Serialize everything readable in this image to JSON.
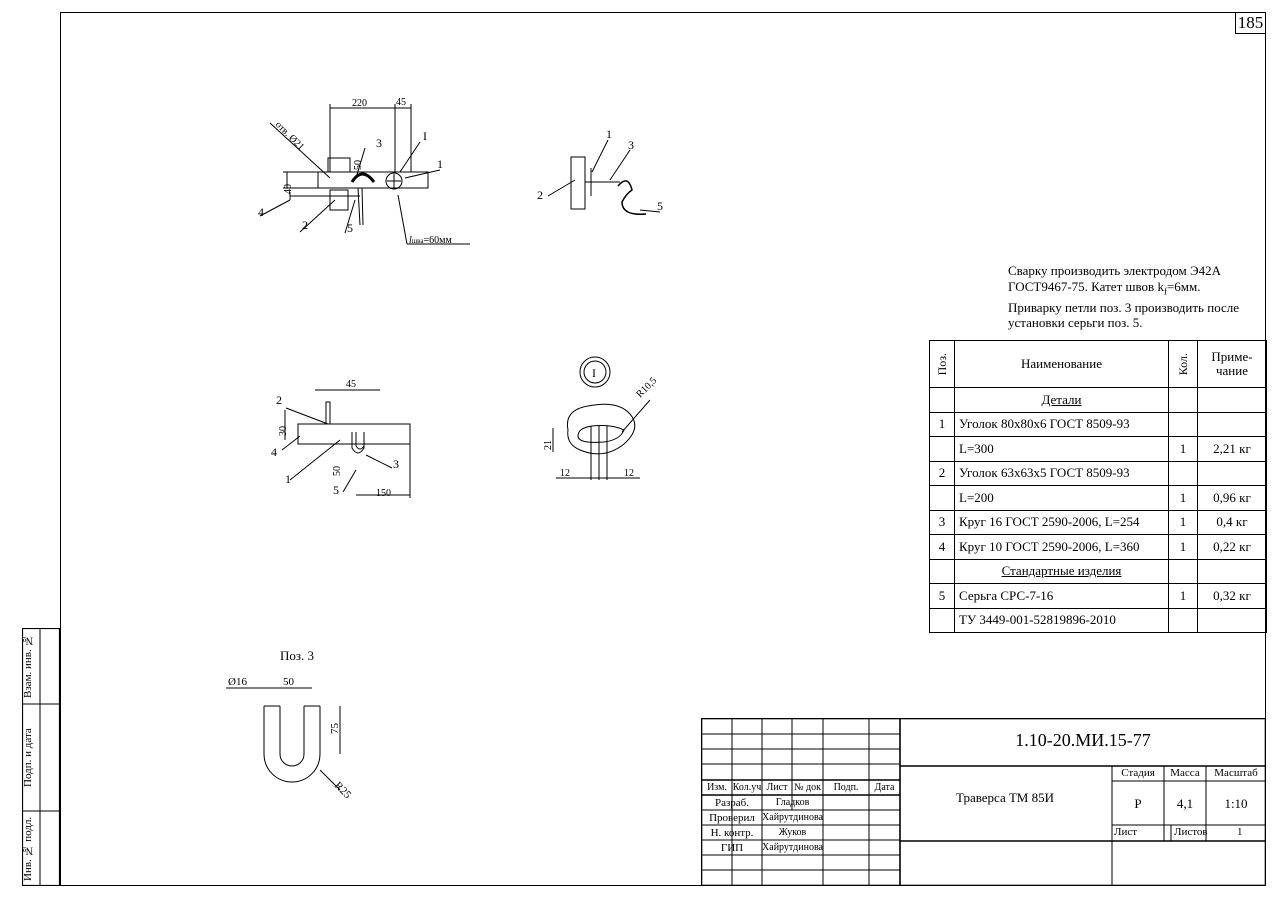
{
  "page_number": "185",
  "sidebar": {
    "field1": "Взам. инв. №",
    "field2": "Подп. и дата",
    "field3": "Инв. № подл."
  },
  "drawing": {
    "view1": {
      "dim_top": "220",
      "dim_45": "45",
      "dim_50": "50",
      "dim_40": "40",
      "hole_label": "отв. Ø21",
      "detail_mark": "I",
      "pos1": "1",
      "pos2": "2",
      "pos3": "3",
      "pos4": "4",
      "pos5": "5",
      "weld_label": "l",
      "weld_label_sub": "шва",
      "weld_value": "=60мм"
    },
    "view2": {
      "pos1": "1",
      "pos2": "2",
      "pos3": "3",
      "pos5": "5"
    },
    "view3": {
      "dim_45": "45",
      "dim_30": "30",
      "dim_50": "50",
      "dim_150": "150",
      "pos1": "1",
      "pos2": "2",
      "pos3": "3",
      "pos4": "4",
      "pos5": "5"
    },
    "detail": {
      "mark": "I",
      "radius": "R10,5",
      "dim_21": "21",
      "dim_12a": "12",
      "dim_12b": "12"
    },
    "part3": {
      "title": "Поз. 3",
      "dia": "Ø16",
      "dim_50": "50",
      "dim_75": "75",
      "radius": "R25"
    }
  },
  "notes": {
    "line1": "Сварку производить электродом Э42А",
    "line2a": "ГОСТ9467-75. Катет швов k",
    "line2sub": "f",
    "line2b": "=6мм.",
    "line3": "Приварку петли поз. 3 производить после",
    "line4": "установки серьги поз. 5."
  },
  "spec": {
    "headers": {
      "pos": "Поз.",
      "name": "Наименование",
      "qty": "Кол.",
      "note": "Приме-\nчание"
    },
    "sections": {
      "details": "Детали",
      "standard": "Стандартные изделия"
    },
    "rows": [
      {
        "pos": "1",
        "name": "Уголок 80х80х6 ГОСТ 8509-93",
        "qty": "",
        "note": ""
      },
      {
        "pos": "",
        "name": "L=300",
        "qty": "1",
        "note": "2,21 кг"
      },
      {
        "pos": "2",
        "name": "Уголок 63х63х5 ГОСТ 8509-93",
        "qty": "",
        "note": ""
      },
      {
        "pos": "",
        "name": "L=200",
        "qty": "1",
        "note": "0,96 кг"
      },
      {
        "pos": "3",
        "name": "Круг 16 ГОСТ 2590-2006, L=254",
        "qty": "1",
        "note": "0,4 кг"
      },
      {
        "pos": "4",
        "name": "Круг 10 ГОСТ 2590-2006, L=360",
        "qty": "1",
        "note": "0,22 кг"
      }
    ],
    "std_rows": [
      {
        "pos": "5",
        "name": "Серьга СРС-7-16",
        "qty": "1",
        "note": "0,32 кг"
      },
      {
        "pos": "",
        "name": "ТУ 3449-001-52819896-2010",
        "qty": "",
        "note": ""
      }
    ]
  },
  "title_block": {
    "code": "1.10-20.МИ.15-77",
    "title": "Траверса ТМ 85И",
    "stage_label": "Стадия",
    "mass_label": "Масса",
    "scale_label": "Масштаб",
    "stage": "Р",
    "mass": "4,1",
    "scale": "1:10",
    "sheet_label": "Лист",
    "sheets_label": "Листов",
    "sheets": "1",
    "cols": [
      "Изм.",
      "Кол.уч",
      "Лист",
      "№ док",
      "Подп.",
      "Дата"
    ],
    "roles": [
      {
        "role": "Разраб.",
        "name": "Гладков"
      },
      {
        "role": "Проверил",
        "name": "Хайрутдинова"
      },
      {
        "role": "Н. контр.",
        "name": "Жуков"
      },
      {
        "role": "ГИП",
        "name": "Хайрутдинова"
      }
    ]
  }
}
